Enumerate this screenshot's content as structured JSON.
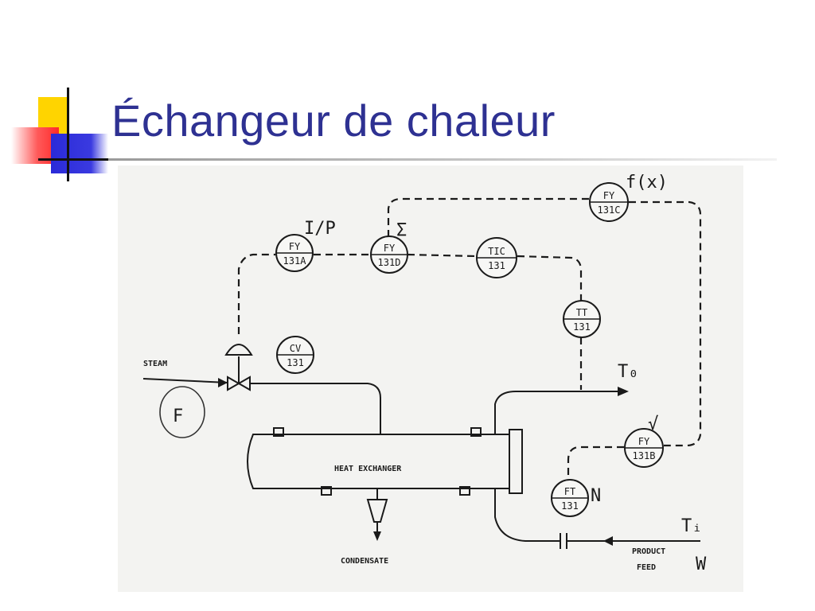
{
  "slide": {
    "title": "Échangeur de chaleur"
  },
  "diagram": {
    "process_labels": {
      "steam": "STEAM",
      "heat_exchanger": "HEAT EXCHANGER",
      "condensate": "CONDENSATE",
      "product_line1": "PRODUCT",
      "product_line2": "FEED"
    },
    "annotations": {
      "fx": "f(x)",
      "ip": "I/P",
      "sigma": "Σ",
      "f_circled": "F",
      "t_out": "T₀",
      "t_in": "Tᵢ",
      "w": "W",
      "n_mark": "N",
      "sqrt_mark": "√"
    },
    "instruments": [
      {
        "id": "fy131a",
        "top": "FY",
        "bottom": "131A"
      },
      {
        "id": "fy131d",
        "top": "FY",
        "bottom": "131D"
      },
      {
        "id": "tic131",
        "top": "TIC",
        "bottom": "131"
      },
      {
        "id": "fy131c",
        "top": "FY",
        "bottom": "131C"
      },
      {
        "id": "tt131",
        "top": "TT",
        "bottom": "131"
      },
      {
        "id": "cv131",
        "top": "CV",
        "bottom": "131"
      },
      {
        "id": "fy131b",
        "top": "FY",
        "bottom": "131B"
      },
      {
        "id": "ft131",
        "top": "FT",
        "bottom": "131"
      }
    ]
  }
}
